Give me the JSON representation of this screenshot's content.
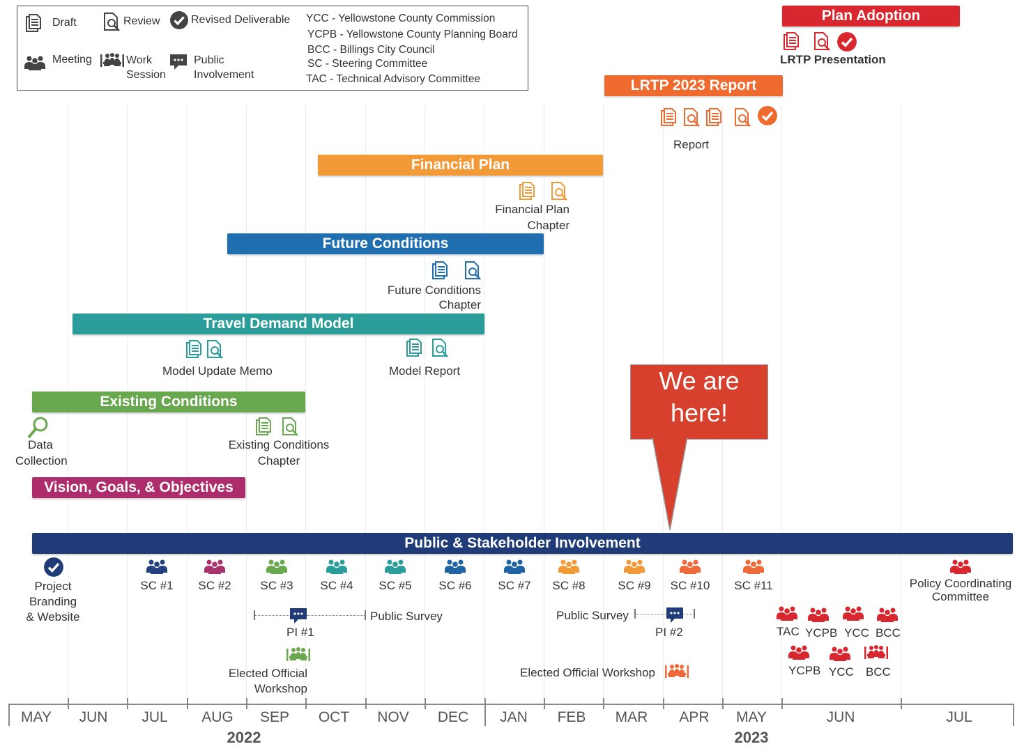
{
  "legend": {
    "draft": "Draft",
    "review": "Review",
    "revised": "Revised Deliverable",
    "meeting": "Meeting",
    "work_session_1": "Work",
    "work_session_2": "Session",
    "public_1": "Public",
    "public_2": "Involvement",
    "abbrev": [
      "YCC - Yellowstone County Commission",
      "YCPB -  Yellowstone County Planning Board",
      "BCC -  Billings City Council",
      "SC - Steering Committee",
      "TAC - Technical Advisory Committee"
    ]
  },
  "bars": {
    "plan_adoption": "Plan Adoption",
    "lrtp_report": "LRTP 2023 Report",
    "financial_plan": "Financial Plan",
    "future_conditions": "Future Conditions",
    "travel_demand": "Travel Demand Model",
    "existing_conditions": "Existing Conditions",
    "vision": "Vision, Goals, & Objectives",
    "public_involvement": "Public & Stakeholder Involvement"
  },
  "labels": {
    "lrtp_presentation": "LRTP Presentation",
    "report": "Report",
    "financial_plan_1": "Financial Plan",
    "financial_plan_2": "Chapter",
    "future_cond_1": "Future Conditions",
    "future_cond_2": "Chapter",
    "model_update_memo": "Model Update Memo",
    "model_report": "Model Report",
    "data_collection_1": "Data",
    "data_collection_2": "Collection",
    "existing_cond_1": "Existing Conditions",
    "existing_cond_2": "Chapter",
    "project_branding_1": "Project",
    "project_branding_2": "Branding",
    "project_branding_3": "& Website",
    "public_survey_1": "Public Survey",
    "pi1": "PI #1",
    "public_survey_2": "Public Survey",
    "pi2": "PI #2",
    "elected_workshop_1a": "Elected Official",
    "elected_workshop_1b": "Workshop",
    "elected_workshop_2": "Elected Official Workshop",
    "policy_1": "Policy Coordinating",
    "policy_2": "Committee"
  },
  "steering_committee": [
    {
      "label": "SC #1",
      "color": "#24417f"
    },
    {
      "label": "SC #2",
      "color": "#a8336a"
    },
    {
      "label": "SC #3",
      "color": "#6aa84f"
    },
    {
      "label": "SC #4",
      "color": "#2a9d9a"
    },
    {
      "label": "SC #5",
      "color": "#2a9d9a"
    },
    {
      "label": "SC #6",
      "color": "#1f63a3"
    },
    {
      "label": "SC #7",
      "color": "#1f63a3"
    },
    {
      "label": "SC #8",
      "color": "#f29a37"
    },
    {
      "label": "SC #9",
      "color": "#f29a37"
    },
    {
      "label": "SC #10",
      "color": "#ee6a3a"
    },
    {
      "label": "SC #11",
      "color": "#ee6a3a"
    }
  ],
  "june_meetings_row1": [
    "TAC",
    "YCPB",
    "YCC",
    "BCC"
  ],
  "june_meetings_row2": [
    "YCPB",
    "YCC",
    "BCC"
  ],
  "callout": {
    "line1": "We are",
    "line2": "here!"
  },
  "timeline": {
    "months": [
      "MAY",
      "JUN",
      "JUL",
      "AUG",
      "SEP",
      "OCT",
      "NOV",
      "DEC",
      "JAN",
      "FEB",
      "MAR",
      "APR",
      "MAY",
      "JUN",
      "JUL"
    ],
    "years": [
      "2022",
      "2023"
    ]
  },
  "colors": {
    "plan_adoption": "#d8272f",
    "lrtp": "#ee6a2f",
    "financial": "#f29a37",
    "future": "#1f6fb0",
    "travel": "#2a9d9a",
    "existing": "#6aa84f",
    "vision": "#ad2d6c",
    "public": "#1f3b78"
  }
}
